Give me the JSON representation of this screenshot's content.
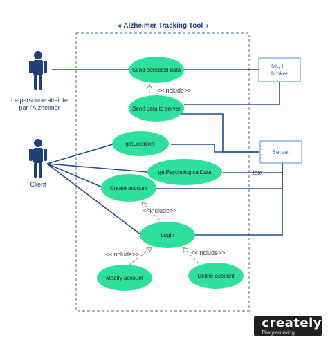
{
  "system": {
    "title": "« Alzheimer Tracking Tool »"
  },
  "actors": {
    "patient": {
      "line1": "La personne atteinte",
      "line2": "par l'Alzheimer"
    },
    "client": {
      "label": "Client"
    }
  },
  "use_cases": {
    "send_collected": "Send collected data",
    "send_server": "Send data to server",
    "get_location": "getLocation",
    "get_psych": "getPsychologicalData",
    "create_account": "Create account",
    "login": "Login",
    "modify_account": "Modify account",
    "delete_account": "Delete account"
  },
  "boxes": {
    "mqtt_line1": "MQTT",
    "mqtt_line2": "broker",
    "server": "Server"
  },
  "relations": {
    "include1": "<<include>>",
    "include2": "<<include>>",
    "include3": "<<include>>",
    "include4": "<<include>>",
    "text_label": "text"
  },
  "colors": {
    "ellipse": "#2de09c",
    "line": "#1f4e8c",
    "actor": "#1f3f7a",
    "include": "#999999",
    "box_border": "#4a90d9"
  },
  "branding": {
    "name": "creately",
    "sub": "Diagramming"
  }
}
